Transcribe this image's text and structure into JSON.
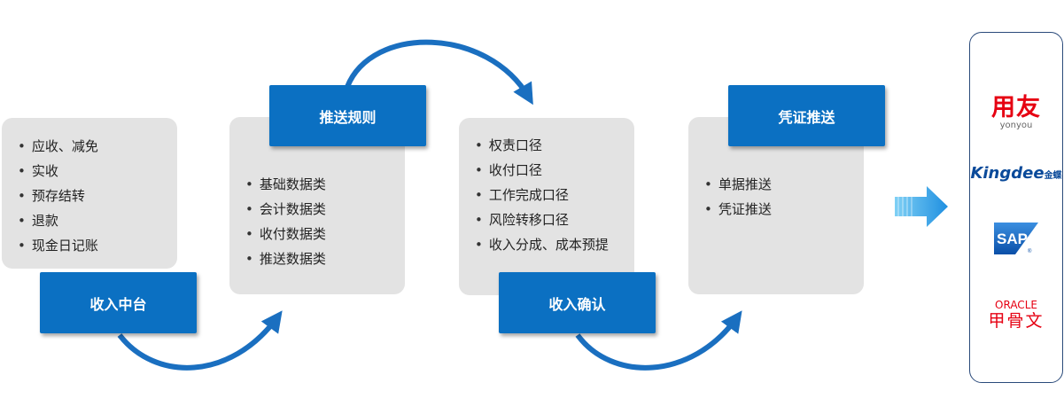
{
  "stages": [
    {
      "items": [
        "应收、减免",
        "实收",
        "预存结转",
        "退款",
        "现金日记账"
      ],
      "label": "收入中台"
    },
    {
      "items": [
        "基础数据类",
        "会计数据类",
        "收付数据类",
        "推送数据类"
      ],
      "label": "推送规则"
    },
    {
      "items": [
        "权责口径",
        "收付口径",
        "工作完成口径",
        "风险转移口径",
        "收入分成、成本预提"
      ],
      "label": "收入确认"
    },
    {
      "items": [
        "单据推送",
        "凭证推送"
      ],
      "label": "凭证推送"
    }
  ],
  "vendors": {
    "yonyou": {
      "cn": "用友",
      "en": "yonyou"
    },
    "kingdee": {
      "en": "Kingdee",
      "cn": "金蝶"
    },
    "sap": {
      "text": "SAP"
    },
    "oracle": {
      "en": "ORACLE",
      "cn": "甲骨文"
    }
  },
  "colors": {
    "accent": "#0b70c2",
    "card": "#e3e3e3",
    "arrow": "#1a6fc0",
    "big_arrow": "#1f9ae0"
  }
}
